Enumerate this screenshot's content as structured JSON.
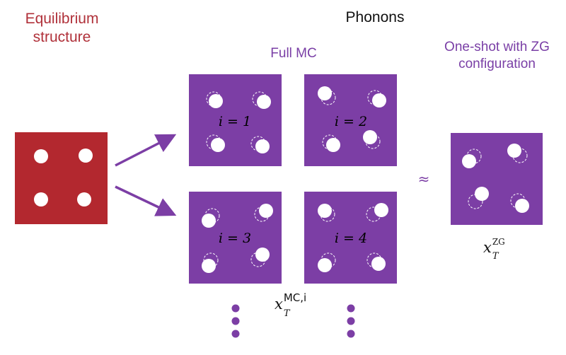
{
  "labels": {
    "equilibrium_line1": "Equilibrium",
    "equilibrium_line2": "structure",
    "phonons": "Phonons",
    "full_mc": "Full MC",
    "oneshot_line1": "One-shot with ZG",
    "oneshot_line2": "configuration",
    "approx": "≈"
  },
  "panels": [
    {
      "label": "i = 1"
    },
    {
      "label": "i = 2"
    },
    {
      "label": "i = 3"
    },
    {
      "label": "i = 4"
    }
  ],
  "math": {
    "mc_base": "x",
    "mc_sub": "T",
    "mc_sup": "MC,i",
    "zg_base": "x",
    "zg_sub": "T",
    "zg_sup": "ZG"
  },
  "colors": {
    "red_box": "#b3282f",
    "purple_box": "#7c3ea5",
    "red_text": "#b0313a",
    "purple_text": "#7a3fa6",
    "atom": "#ffffff"
  }
}
